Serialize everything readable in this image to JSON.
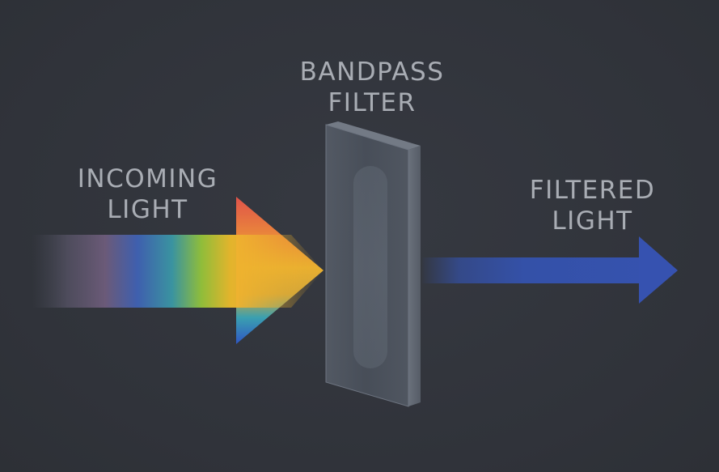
{
  "labels": {
    "filter": [
      "BANDPASS",
      "FILTER"
    ],
    "incoming": [
      "INCOMING",
      "LIGHT"
    ],
    "filtered": [
      "FILTERED",
      "LIGHT"
    ]
  },
  "colors": {
    "background": "#31343b",
    "label_text": "#a9adb4",
    "spectrum": [
      "#6b5a78",
      "#3f5fae",
      "#3a93a0",
      "#8fbd3a",
      "#e3b42c",
      "#ea8a3a",
      "#e0534a",
      "#2f56c4"
    ],
    "filtered_beam": "#3451a8",
    "filter_glass": "#4a5260"
  },
  "elements": {
    "incoming_beam": "spectrum-arrow",
    "filter": "glass-filter-plate",
    "outgoing_beam": "blue-arrow"
  }
}
